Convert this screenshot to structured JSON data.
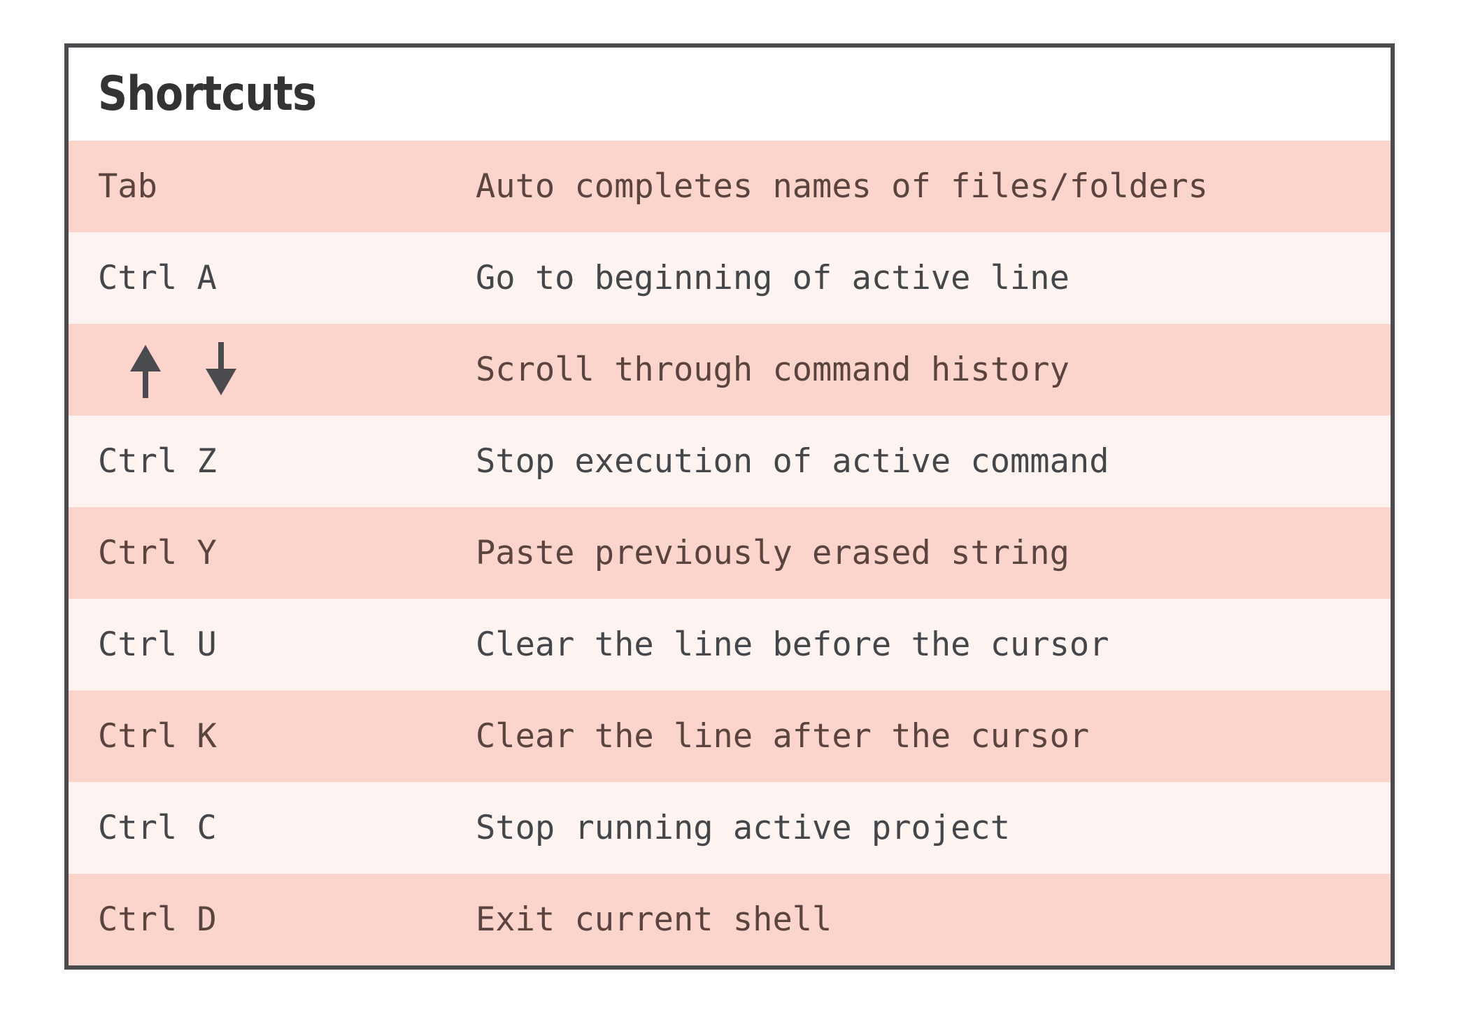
{
  "card": {
    "title": "Shortcuts",
    "border_color": "#4b4b4f",
    "row_color_dark": "#fbd5cc",
    "row_color_light": "#fdf4f2",
    "text_color_dark_row": "#5b4440",
    "text_color_light_row": "#45464a"
  },
  "table": {
    "rows": [
      {
        "key": "Tab",
        "desc": "Auto completes names of files/folders"
      },
      {
        "key": "Ctrl A",
        "desc": "Go to beginning of active line"
      },
      {
        "key": "↑  ↓",
        "desc": "Scroll through command history",
        "is_arrows": true,
        "arrow_up": "arrow-up-icon",
        "arrow_down": "arrow-down-icon"
      },
      {
        "key": "Ctrl Z",
        "desc": "Stop execution of active command"
      },
      {
        "key": "Ctrl Y",
        "desc": "Paste previously erased string"
      },
      {
        "key": "Ctrl U",
        "desc": "Clear the line before the cursor"
      },
      {
        "key": "Ctrl K",
        "desc": "Clear the line after the cursor"
      },
      {
        "key": "Ctrl C",
        "desc": "Stop running active project"
      },
      {
        "key": "Ctrl D",
        "desc": "Exit current shell"
      }
    ]
  }
}
